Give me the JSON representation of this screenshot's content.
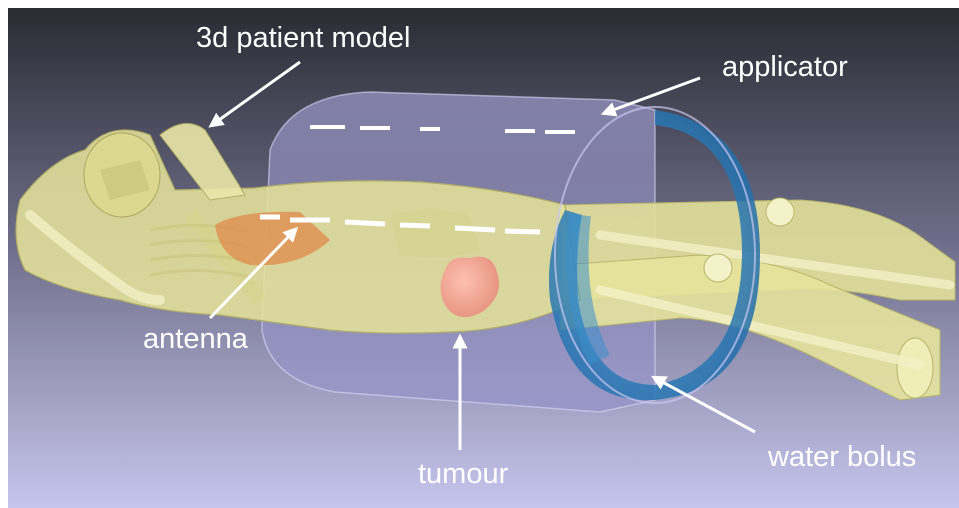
{
  "labels": {
    "patient_model": "3d patient model",
    "applicator": "applicator",
    "antenna": "antenna",
    "tumour": "tumour",
    "water_bolus": "water bolus"
  },
  "colors": {
    "background_top": "#2e2e36",
    "background_bottom": "#c4c3ea",
    "body": "#e6e49a",
    "bone": "#f2f0c0",
    "applicator": "#a9a6e2",
    "water_bolus": "#2f86c8",
    "tumour": "#f2a394",
    "organs": "#e0894a",
    "antenna": "#ffffff",
    "label_text": "#ffffff"
  }
}
